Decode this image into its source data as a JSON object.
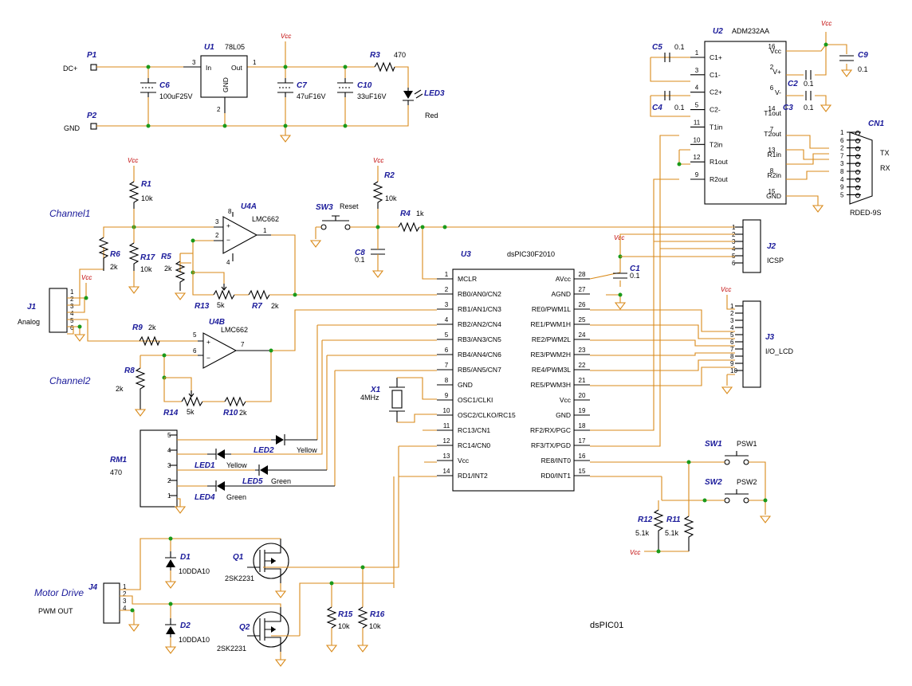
{
  "title": "dsPIC01",
  "power_label": "Vcc",
  "net_labels": {
    "channel1": "Channel1",
    "channel2": "Channel2",
    "motor_drive": "Motor Drive",
    "tx": "TX",
    "rx": "RX"
  },
  "components": {
    "P1": {
      "ref": "P1",
      "net": "DC+"
    },
    "P2": {
      "ref": "P2",
      "net": "GND"
    },
    "U1": {
      "ref": "U1",
      "value": "78L05",
      "in": "In",
      "out": "Out",
      "gnd": "GND"
    },
    "C6": {
      "ref": "C6",
      "value": "100uF25V"
    },
    "C7": {
      "ref": "C7",
      "value": "47uF16V"
    },
    "C10": {
      "ref": "C10",
      "value": "33uF16V"
    },
    "R3": {
      "ref": "R3",
      "value": "470"
    },
    "LED3": {
      "ref": "LED3",
      "value": "Red"
    },
    "R1": {
      "ref": "R1",
      "value": "10k"
    },
    "R17": {
      "ref": "R17",
      "value": "10k"
    },
    "R6": {
      "ref": "R6",
      "value": "2k"
    },
    "R5": {
      "ref": "R5",
      "value": "2k"
    },
    "R13": {
      "ref": "R13",
      "value": "5k"
    },
    "R7": {
      "ref": "R7",
      "value": "2k"
    },
    "U4A": {
      "ref": "U4A",
      "value": "LMC662"
    },
    "U4B": {
      "ref": "U4B",
      "value": "LMC662"
    },
    "R9": {
      "ref": "R9",
      "value": "2k"
    },
    "R8": {
      "ref": "R8",
      "value": "2k"
    },
    "R14": {
      "ref": "R14",
      "value": "5k"
    },
    "R10": {
      "ref": "R10",
      "value": "2k"
    },
    "J1": {
      "ref": "J1",
      "value": "Analog"
    },
    "SW3": {
      "ref": "SW3",
      "value": "Reset"
    },
    "R2": {
      "ref": "R2",
      "value": "10k"
    },
    "R4": {
      "ref": "R4",
      "value": "1k"
    },
    "C8": {
      "ref": "C8",
      "value": "0.1"
    },
    "X1": {
      "ref": "X1",
      "value": "4MHz"
    },
    "RM1": {
      "ref": "RM1",
      "value": "470"
    },
    "LED1": {
      "ref": "LED1",
      "value": "Yellow"
    },
    "LED2": {
      "ref": "LED2",
      "value": "Yellow"
    },
    "LED4": {
      "ref": "LED4",
      "value": "Green"
    },
    "LED5": {
      "ref": "LED5",
      "value": "Green"
    },
    "U3": {
      "ref": "U3",
      "value": "dsPIC30F2010"
    },
    "C1": {
      "ref": "C1",
      "value": "0.1"
    },
    "J2": {
      "ref": "J2",
      "value": "ICSP"
    },
    "J3": {
      "ref": "J3",
      "value": "I/O_LCD"
    },
    "U2": {
      "ref": "U2",
      "value": "ADM232AA"
    },
    "C5": {
      "ref": "C5",
      "value": "0.1"
    },
    "C4": {
      "ref": "C4",
      "value": "0.1"
    },
    "C2": {
      "ref": "C2",
      "value": "0.1"
    },
    "C3": {
      "ref": "C3",
      "value": "0.1"
    },
    "C9": {
      "ref": "C9",
      "value": "0.1"
    },
    "CN1": {
      "ref": "CN1",
      "value": "RDED-9S"
    },
    "SW1": {
      "ref": "SW1",
      "value": "PSW1"
    },
    "SW2": {
      "ref": "SW2",
      "value": "PSW2"
    },
    "R11": {
      "ref": "R11",
      "value": "5.1k"
    },
    "R12": {
      "ref": "R12",
      "value": "5.1k"
    },
    "J4": {
      "ref": "J4",
      "value": "PWM OUT"
    },
    "D1": {
      "ref": "D1",
      "value": "10DDA10"
    },
    "D2": {
      "ref": "D2",
      "value": "10DDA10"
    },
    "Q1": {
      "ref": "Q1",
      "value": "2SK2231"
    },
    "Q2": {
      "ref": "Q2",
      "value": "2SK2231"
    },
    "R15": {
      "ref": "R15",
      "value": "10k"
    },
    "R16": {
      "ref": "R16",
      "value": "10k"
    }
  },
  "u3_left_pins": [
    {
      "num": "1",
      "name": "MCLR"
    },
    {
      "num": "2",
      "name": "RB0/AN0/CN2"
    },
    {
      "num": "3",
      "name": "RB1/AN1/CN3"
    },
    {
      "num": "4",
      "name": "RB2/AN2/CN4"
    },
    {
      "num": "5",
      "name": "RB3/AN3/CN5"
    },
    {
      "num": "6",
      "name": "RB4/AN4/CN6"
    },
    {
      "num": "7",
      "name": "RB5/AN5/CN7"
    },
    {
      "num": "8",
      "name": "GND"
    },
    {
      "num": "9",
      "name": "OSC1/CLKI"
    },
    {
      "num": "10",
      "name": "OSC2/CLKO/RC15"
    },
    {
      "num": "11",
      "name": "RC13/CN1"
    },
    {
      "num": "12",
      "name": "RC14/CN0"
    },
    {
      "num": "13",
      "name": "Vcc"
    },
    {
      "num": "14",
      "name": "RD1/INT2"
    }
  ],
  "u3_right_pins": [
    {
      "num": "28",
      "name": "AVcc"
    },
    {
      "num": "27",
      "name": "AGND"
    },
    {
      "num": "26",
      "name": "RE0/PWM1L"
    },
    {
      "num": "25",
      "name": "RE1/PWM1H"
    },
    {
      "num": "24",
      "name": "RE2/PWM2L"
    },
    {
      "num": "23",
      "name": "RE3/PWM2H"
    },
    {
      "num": "22",
      "name": "RE4/PWM3L"
    },
    {
      "num": "21",
      "name": "RE5/PWM3H"
    },
    {
      "num": "20",
      "name": "Vcc"
    },
    {
      "num": "19",
      "name": "GND"
    },
    {
      "num": "18",
      "name": "RF2/RX/PGC"
    },
    {
      "num": "17",
      "name": "RF3/TX/PGD"
    },
    {
      "num": "16",
      "name": "RE8/INT0"
    },
    {
      "num": "15",
      "name": "RD0/INT1"
    }
  ],
  "u2_left_pins": [
    {
      "num": "1",
      "name": "C1+"
    },
    {
      "num": "3",
      "name": "C1-"
    },
    {
      "num": "4",
      "name": "C2+"
    },
    {
      "num": "5",
      "name": "C2-"
    },
    {
      "num": "11",
      "name": "T1in"
    },
    {
      "num": "10",
      "name": "T2in"
    },
    {
      "num": "12",
      "name": "R1out"
    },
    {
      "num": "9",
      "name": "R2out"
    }
  ],
  "u2_right_pins": [
    {
      "num": "16",
      "name": "Vcc"
    },
    {
      "num": "2",
      "name": "V+"
    },
    {
      "num": "6",
      "name": "V-"
    },
    {
      "num": "14",
      "name": "T1out"
    },
    {
      "num": "7",
      "name": "T2out"
    },
    {
      "num": "13",
      "name": "R1in"
    },
    {
      "num": "8",
      "name": "R2in"
    },
    {
      "num": "15",
      "name": "GND"
    }
  ],
  "j2_pins": [
    "1",
    "2",
    "3",
    "4",
    "5",
    "6"
  ],
  "j3_pins": [
    "1",
    "2",
    "3",
    "4",
    "5",
    "6",
    "7",
    "8",
    "9",
    "10"
  ],
  "j1_pins": [
    "1",
    "2",
    "3",
    "4",
    "5",
    "6"
  ],
  "j4_pins": [
    "1",
    "2",
    "3",
    "4"
  ],
  "rm1_pins": [
    "5",
    "4",
    "3",
    "2",
    "1"
  ],
  "cn1_pins": [
    "1",
    "6",
    "2",
    "7",
    "3",
    "8",
    "4",
    "9",
    "5"
  ],
  "u1_pins": {
    "in": "3",
    "out": "1",
    "gnd": "2"
  },
  "u4a_pins": {
    "noninv": "3",
    "inv": "2",
    "out": "1",
    "vplus": "8",
    "vminus": "4"
  },
  "u4b_pins": {
    "noninv": "5",
    "inv": "6",
    "out": "7"
  },
  "colors": {
    "wire": "#d98a1a",
    "junction": "#1a9a1a",
    "refdes": "#1a1a9a",
    "power": "#c00000"
  }
}
